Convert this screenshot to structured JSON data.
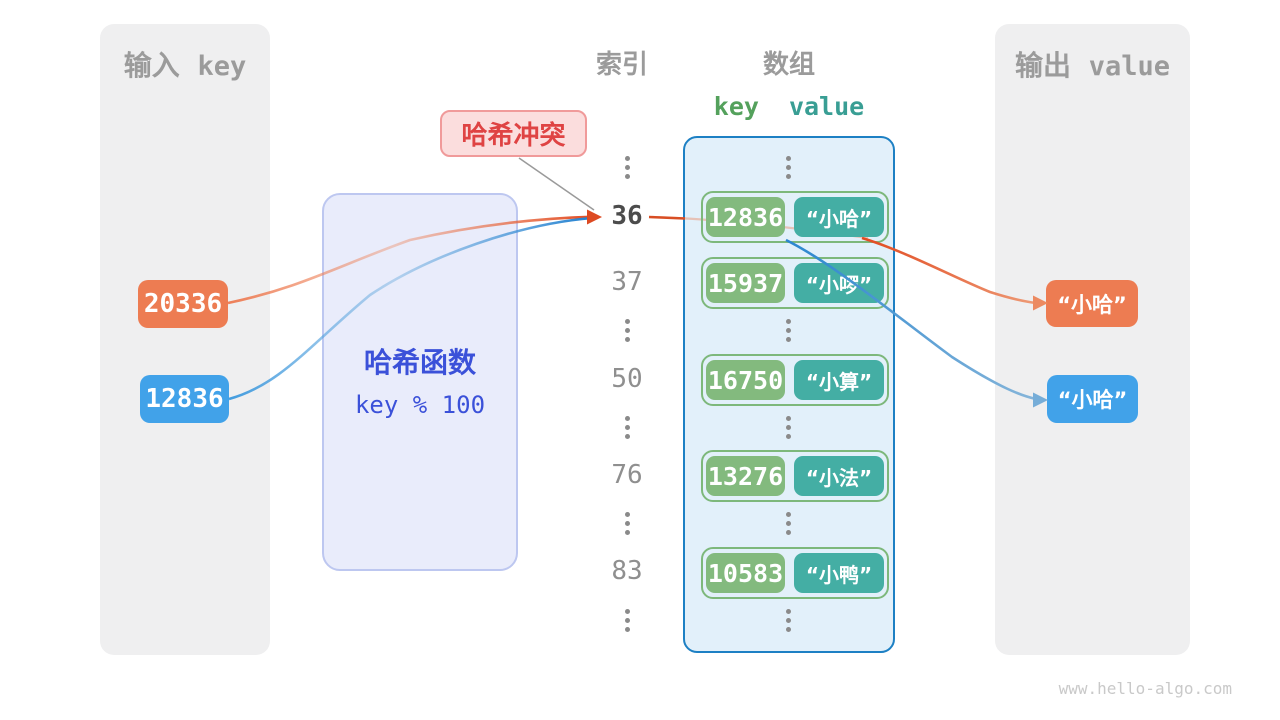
{
  "colors": {
    "orange": "#ed7c52",
    "blue": "#41a2e9",
    "key_green": "#83ba7e",
    "value_teal": "#44aea4",
    "row_border_green": "#7db87b",
    "array_border_blue": "#1d80c4",
    "array_bg": "#e2f0fa",
    "hash_box_bg": "#e9ecfb",
    "hash_box_border": "#bdc7f0",
    "hash_text_blue": "#3b51d9",
    "collision_bg": "#fbdddd",
    "collision_border": "#f09a9a",
    "collision_text": "#df4343",
    "panel_bg": "#efeff0",
    "muted_gray_text": "#9b9b9b",
    "index_text": "#8f8f8f",
    "index_highlight_text": "#4c4c4c",
    "key_header_text": "#54a15c",
    "value_header_text": "#399e94",
    "watermark_text": "#c9c9c9"
  },
  "input_panel": {
    "title_cjk": "输入",
    "title_latin": "key",
    "items": [
      {
        "value": "20336",
        "color": "#ed7c52"
      },
      {
        "value": "12836",
        "color": "#41a2e9"
      }
    ]
  },
  "hash_box": {
    "title": "哈希函数",
    "formula": "key % 100"
  },
  "collision_label": {
    "text": "哈希冲突"
  },
  "index_column": {
    "title": "索引",
    "entries": [
      {
        "type": "dots"
      },
      {
        "type": "num",
        "label": "36",
        "highlight": true
      },
      {
        "type": "num",
        "label": "37"
      },
      {
        "type": "dots"
      },
      {
        "type": "num",
        "label": "50"
      },
      {
        "type": "dots"
      },
      {
        "type": "num",
        "label": "76"
      },
      {
        "type": "dots"
      },
      {
        "type": "num",
        "label": "83"
      },
      {
        "type": "dots"
      }
    ]
  },
  "array_panel": {
    "title": "数组",
    "key_header": "key",
    "value_header": "value",
    "rows": [
      {
        "key": "12836",
        "value": "“小哈”"
      },
      {
        "key": "15937",
        "value": "“小啰”"
      },
      {
        "key": "16750",
        "value": "“小算”"
      },
      {
        "key": "13276",
        "value": "“小法”"
      },
      {
        "key": "10583",
        "value": "“小鸭”"
      }
    ]
  },
  "output_panel": {
    "title_cjk": "输出",
    "title_latin": "value",
    "items": [
      {
        "value": "“小哈”",
        "color": "#ed7c52"
      },
      {
        "value": "“小哈”",
        "color": "#41a2e9"
      }
    ]
  },
  "watermark": "www.hello-algo.com"
}
